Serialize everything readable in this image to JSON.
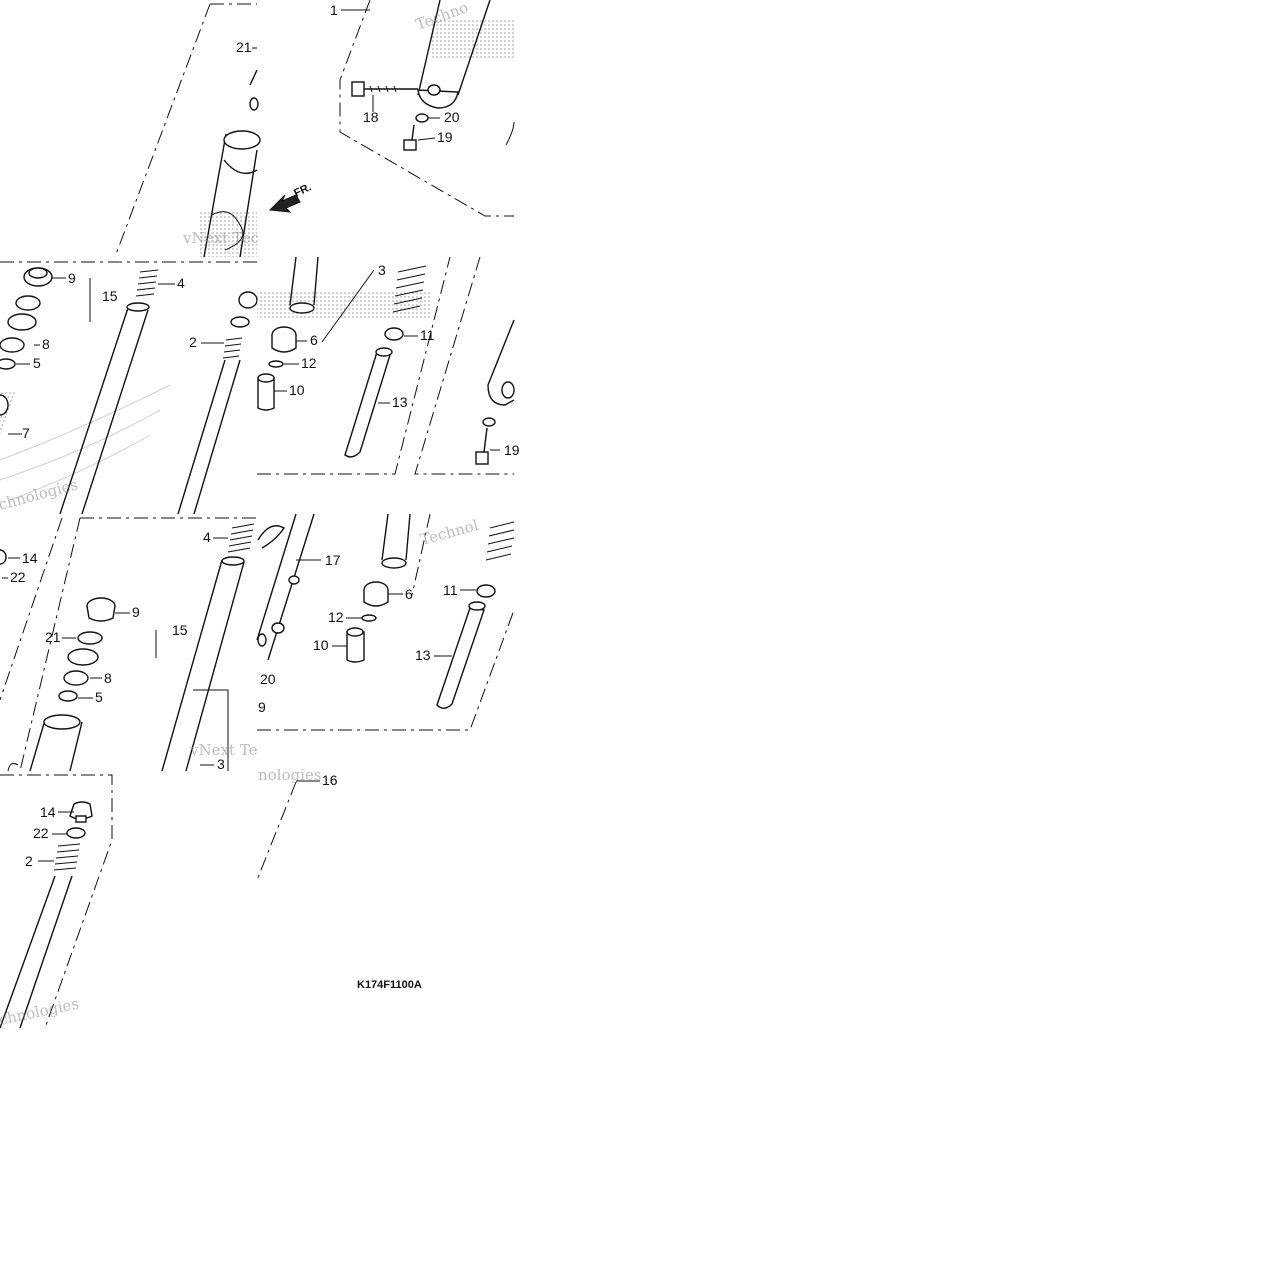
{
  "diagram": {
    "drawing_code": "K174F1100A",
    "direction_label": "FR.",
    "watermark_lines": [
      "vNext",
      "Technologies"
    ],
    "callouts": [
      {
        "label": "1"
      },
      {
        "label": "18"
      },
      {
        "label": "20"
      },
      {
        "label": "19"
      },
      {
        "label": "21"
      },
      {
        "label": "9"
      },
      {
        "label": "15"
      },
      {
        "label": "8"
      },
      {
        "label": "5"
      },
      {
        "label": "7"
      },
      {
        "label": "4"
      },
      {
        "label": "2"
      },
      {
        "label": "3"
      },
      {
        "label": "6"
      },
      {
        "label": "12"
      },
      {
        "label": "10"
      },
      {
        "label": "11"
      },
      {
        "label": "13"
      },
      {
        "label": "19"
      },
      {
        "label": "14"
      },
      {
        "label": "22"
      },
      {
        "label": "4"
      },
      {
        "label": "9"
      },
      {
        "label": "21"
      },
      {
        "label": "15"
      },
      {
        "label": "8"
      },
      {
        "label": "5"
      },
      {
        "label": "3"
      },
      {
        "label": "17"
      },
      {
        "label": "6"
      },
      {
        "label": "12"
      },
      {
        "label": "10"
      },
      {
        "label": "11"
      },
      {
        "label": "13"
      },
      {
        "label": "20"
      },
      {
        "label": "9"
      },
      {
        "label": "16"
      },
      {
        "label": "14"
      },
      {
        "label": "22"
      },
      {
        "label": "2"
      }
    ]
  }
}
